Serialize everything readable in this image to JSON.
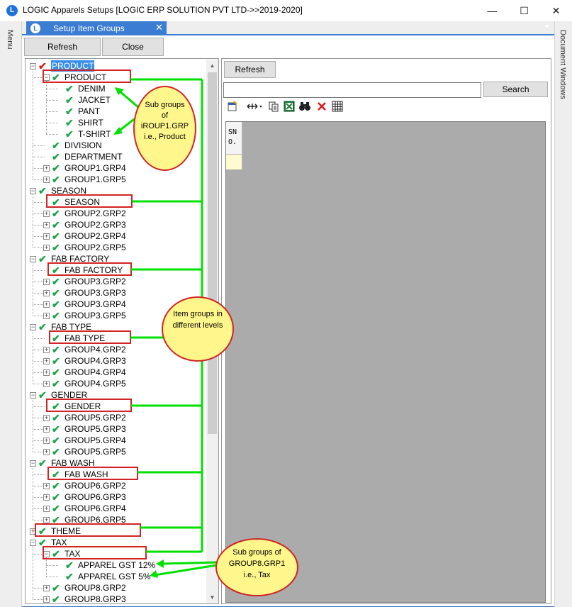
{
  "window": {
    "app_icon_letter": "L",
    "title": "LOGIC Apparels Setups  [LOGIC ERP SOLUTION PVT LTD->>2019-2020]",
    "minimize": "—",
    "maximize": "☐",
    "close": "✕"
  },
  "side_panels": {
    "menu_label": "Menu",
    "documents_label": "Document Windows"
  },
  "doc_tab": {
    "icon_letter": "L",
    "label": "Setup Item Groups",
    "close": "✕",
    "overflow": "▼"
  },
  "buttons": {
    "refresh": "Refresh",
    "close": "Close",
    "grid_refresh": "Refresh",
    "search": "Search"
  },
  "search": {
    "value": "",
    "placeholder": ""
  },
  "toolbar_icons": [
    "new-icon",
    "resize-columns-icon",
    "copy-icon",
    "excel-icon",
    "find-icon",
    "delete-icon",
    "grid-icon"
  ],
  "grid": {
    "column_header": "SN\nO."
  },
  "tree": [
    {
      "label": "PRODUCT",
      "level": 0,
      "exp": "-",
      "check": "red",
      "selected": true
    },
    {
      "label": "PRODUCT",
      "level": 1,
      "exp": "-"
    },
    {
      "label": "DENIM",
      "level": 2
    },
    {
      "label": "JACKET",
      "level": 2
    },
    {
      "label": "PANT",
      "level": 2
    },
    {
      "label": "SHIRT",
      "level": 2
    },
    {
      "label": "T-SHIRT",
      "level": 2
    },
    {
      "label": "DIVISION",
      "level": 1
    },
    {
      "label": "DEPARTMENT",
      "level": 1
    },
    {
      "label": "GROUP1.GRP4",
      "level": 1,
      "exp": "+"
    },
    {
      "label": "GROUP1.GRP5",
      "level": 1,
      "exp": "+"
    },
    {
      "label": "SEASON",
      "level": 0,
      "exp": "-"
    },
    {
      "label": "SEASON",
      "level": 1
    },
    {
      "label": "GROUP2.GRP2",
      "level": 1,
      "exp": "+"
    },
    {
      "label": "GROUP2.GRP3",
      "level": 1,
      "exp": "+"
    },
    {
      "label": "GROUP2.GRP4",
      "level": 1,
      "exp": "+"
    },
    {
      "label": "GROUP2.GRP5",
      "level": 1,
      "exp": "+"
    },
    {
      "label": "FAB FACTORY",
      "level": 0,
      "exp": "-"
    },
    {
      "label": "FAB FACTORY",
      "level": 1
    },
    {
      "label": "GROUP3.GRP2",
      "level": 1,
      "exp": "+"
    },
    {
      "label": "GROUP3.GRP3",
      "level": 1,
      "exp": "+"
    },
    {
      "label": "GROUP3.GRP4",
      "level": 1,
      "exp": "+"
    },
    {
      "label": "GROUP3.GRP5",
      "level": 1,
      "exp": "+"
    },
    {
      "label": "FAB TYPE",
      "level": 0,
      "exp": "-"
    },
    {
      "label": "FAB TYPE",
      "level": 1
    },
    {
      "label": "GROUP4.GRP2",
      "level": 1,
      "exp": "+"
    },
    {
      "label": "GROUP4.GRP3",
      "level": 1,
      "exp": "+"
    },
    {
      "label": "GROUP4.GRP4",
      "level": 1,
      "exp": "+"
    },
    {
      "label": "GROUP4.GRP5",
      "level": 1,
      "exp": "+"
    },
    {
      "label": "GENDER",
      "level": 0,
      "exp": "-"
    },
    {
      "label": "GENDER",
      "level": 1
    },
    {
      "label": "GROUP5.GRP2",
      "level": 1,
      "exp": "+"
    },
    {
      "label": "GROUP5.GRP3",
      "level": 1,
      "exp": "+"
    },
    {
      "label": "GROUP5.GRP4",
      "level": 1,
      "exp": "+"
    },
    {
      "label": "GROUP5.GRP5",
      "level": 1,
      "exp": "+"
    },
    {
      "label": "FAB WASH",
      "level": 0,
      "exp": "-"
    },
    {
      "label": "FAB WASH",
      "level": 1
    },
    {
      "label": "GROUP6.GRP2",
      "level": 1,
      "exp": "+"
    },
    {
      "label": "GROUP6.GRP3",
      "level": 1,
      "exp": "+"
    },
    {
      "label": "GROUP6.GRP4",
      "level": 1,
      "exp": "+"
    },
    {
      "label": "GROUP6.GRP5",
      "level": 1,
      "exp": "+"
    },
    {
      "label": "THEME",
      "level": 0,
      "exp": "+"
    },
    {
      "label": "TAX",
      "level": 0,
      "exp": "-"
    },
    {
      "label": "TAX",
      "level": 1,
      "exp": "-"
    },
    {
      "label": "APPAREL GST 12%",
      "level": 2
    },
    {
      "label": "APPAREL GST 5%",
      "level": 2
    },
    {
      "label": "GROUP8.GRP2",
      "level": 1,
      "exp": "+"
    },
    {
      "label": "GROUP8.GRP3",
      "level": 1,
      "exp": "+"
    }
  ],
  "annotations": {
    "callout_product": [
      "Sub groups",
      "of",
      "iROUP1.GRP",
      "i.e.,  Product"
    ],
    "callout_levels": [
      "Item groups in",
      "different levels"
    ],
    "callout_tax": [
      "Sub groups of",
      "GROUP8.GRP1",
      "i.e.,  Tax"
    ]
  },
  "colors": {
    "check_green": "#1fa14a",
    "accent_blue": "#3c7dd4",
    "annotation_green": "#00e000",
    "annotation_red": "#d12424",
    "callout_fill": "#fff78c"
  }
}
